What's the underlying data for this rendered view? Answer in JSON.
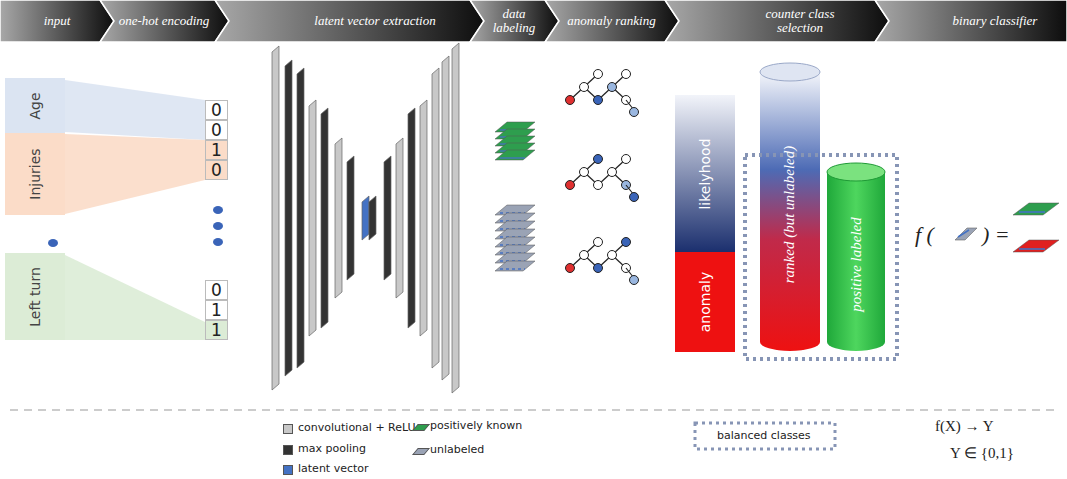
{
  "diagram": {
    "nodes": [
      {
        "text": [
          "input"
        ]
      },
      {
        "text": [
          "one-hot encoding"
        ]
      },
      {
        "text": [
          "latent vector extraction"
        ]
      },
      {
        "text": [
          "data labeling"
        ]
      },
      {
        "text": [
          "anomaly ranking"
        ]
      },
      {
        "text": [
          "counter class selection"
        ]
      },
      {
        "text": [
          "binary classifier"
        ]
      },
      {
        "text": [
          "Age"
        ]
      },
      {
        "text": [
          "Injuries"
        ]
      },
      {
        "text": [
          "Left turn"
        ]
      },
      {
        "text": [
          "0"
        ]
      },
      {
        "text": [
          "0"
        ]
      },
      {
        "text": [
          "1"
        ]
      },
      {
        "text": [
          "0"
        ]
      },
      {
        "text": [
          "0"
        ]
      },
      {
        "text": [
          "1"
        ]
      },
      {
        "text": [
          "1"
        ]
      },
      {
        "text": [
          "likelyhood"
        ]
      },
      {
        "text": [
          "anomaly"
        ]
      },
      {
        "text": [
          "ranked (but unlabeled)"
        ]
      },
      {
        "text": [
          "positive labeled"
        ]
      }
    ],
    "labels": [
      "f (",
      ") =",
      "f(X) → Y",
      "Y ∈ {0,1}"
    ],
    "legend": [
      {
        "text": "convolutional + ReLU",
        "color": "#c8c8c8"
      },
      {
        "text": "max pooling",
        "color": "#333333"
      },
      {
        "text": "latent vector",
        "color": "#4472c4"
      },
      {
        "text": "positively known",
        "color": "#2e9e4e"
      },
      {
        "text": "unlabeled",
        "color": "#9aa3b5"
      },
      {
        "text": "balanced classes"
      }
    ]
  }
}
